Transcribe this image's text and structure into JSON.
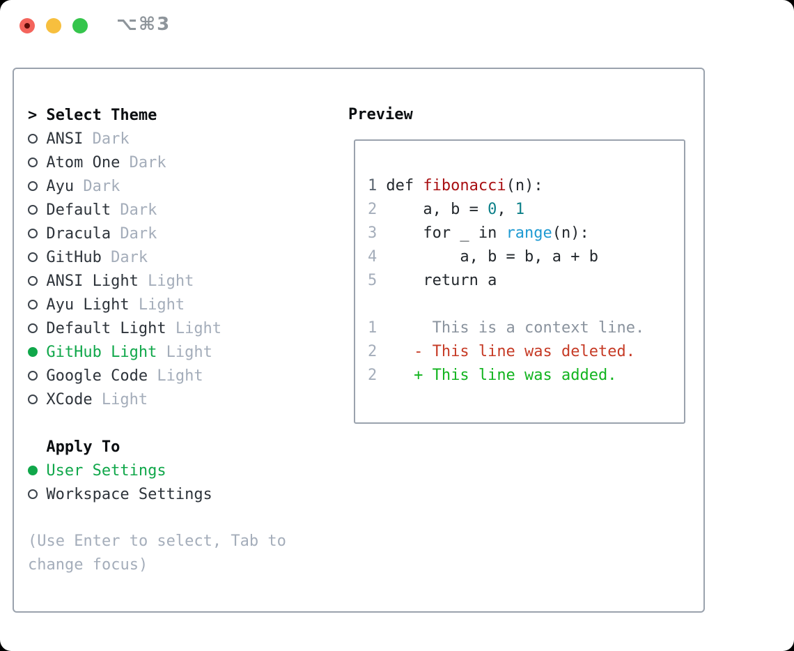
{
  "window": {
    "shortcut": "⌥⌘3",
    "traffic_lights": [
      {
        "name": "close",
        "color": "#f4645c",
        "inner_dot": "#5f0d08"
      },
      {
        "name": "minimize",
        "color": "#f7bf3e"
      },
      {
        "name": "zoom",
        "color": "#35c54c"
      }
    ]
  },
  "theme_picker": {
    "prompt": ">",
    "title": "Select Theme",
    "items": [
      {
        "name": "ANSI",
        "variant": "Dark",
        "selected": false
      },
      {
        "name": "Atom One",
        "variant": "Dark",
        "selected": false
      },
      {
        "name": "Ayu",
        "variant": "Dark",
        "selected": false
      },
      {
        "name": "Default",
        "variant": "Dark",
        "selected": false
      },
      {
        "name": "Dracula",
        "variant": "Dark",
        "selected": false
      },
      {
        "name": "GitHub",
        "variant": "Dark",
        "selected": false
      },
      {
        "name": "ANSI Light",
        "variant": "Light",
        "selected": false
      },
      {
        "name": "Ayu Light",
        "variant": "Light",
        "selected": false
      },
      {
        "name": "Default Light",
        "variant": "Light",
        "selected": false
      },
      {
        "name": "GitHub Light",
        "variant": "Light",
        "selected": true
      },
      {
        "name": "Google Code",
        "variant": "Light",
        "selected": false
      },
      {
        "name": "XCode",
        "variant": "Light",
        "selected": false
      }
    ]
  },
  "apply_to": {
    "title": "Apply To",
    "options": [
      {
        "label": "User Settings",
        "selected": true
      },
      {
        "label": "Workspace Settings",
        "selected": false
      }
    ]
  },
  "hint_lines": [
    "(Use Enter to select, Tab to",
    "change focus)"
  ],
  "preview": {
    "title": "Preview",
    "lines": [
      {
        "num": "1",
        "num_active": true,
        "segments": [
          [
            "def ",
            "t"
          ],
          [
            "fibonacci",
            "func"
          ],
          [
            "(n):",
            "t"
          ]
        ]
      },
      {
        "num": "2",
        "segments": [
          [
            "    a, b = ",
            "t"
          ],
          [
            "0",
            "num"
          ],
          [
            ", ",
            "t"
          ],
          [
            "1",
            "num"
          ]
        ]
      },
      {
        "num": "3",
        "segments": [
          [
            "    for _ in ",
            "t"
          ],
          [
            "range",
            "call"
          ],
          [
            "(n):",
            "t"
          ]
        ]
      },
      {
        "num": "4",
        "segments": [
          [
            "        a, b = b, a + b",
            "t"
          ]
        ]
      },
      {
        "num": "5",
        "segments": [
          [
            "    return a",
            "t"
          ]
        ]
      },
      {
        "num": "",
        "segments": []
      },
      {
        "num": "1",
        "segments": [
          [
            "     This is a context line.",
            "context"
          ]
        ]
      },
      {
        "num": "2",
        "segments": [
          [
            "   - This line was deleted.",
            "deleted"
          ]
        ]
      },
      {
        "num": "2",
        "segments": [
          [
            "   + This line was added.",
            "added"
          ]
        ]
      }
    ]
  },
  "colors": {
    "header": "#0b0e11",
    "item-text": "#2d333a",
    "muted": "#a4adba",
    "ring": "#3c434b",
    "accent-green": "#10a74a",
    "border": "#9aa2ad",
    "code-text": "#22272c",
    "func-red": "#a80f12",
    "number-teal": "#0b7f88",
    "call-blue": "#1e9ad2",
    "context-gray": "#8a939e",
    "deleted-red": "#c63b26",
    "added-green": "#12b41f",
    "linenum": "#a4adba",
    "linenum-active": "#5b6570",
    "title-gray": "#8e959b",
    "tl-red": "#f4645c",
    "tl-red-dot": "#5f0d08",
    "tl-yellow": "#f7bf3e",
    "tl-green": "#35c54c",
    "window-bg": "#ffffff",
    "outside-bg": "#000000"
  }
}
